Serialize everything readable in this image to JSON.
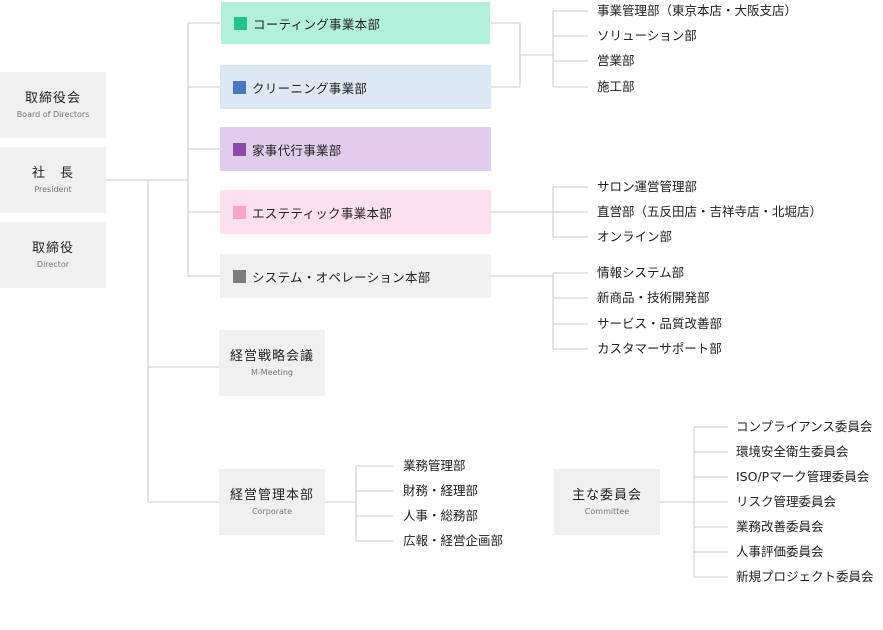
{
  "board": {
    "ja": "取締役会",
    "en": "Board of Directors"
  },
  "president": {
    "ja": "社　長",
    "en": "President"
  },
  "director": {
    "ja": "取締役",
    "en": "Director"
  },
  "divisions": [
    {
      "label": "コーティング事業本部",
      "bg": "#b3f0dc",
      "square": "#22c58a"
    },
    {
      "label": "クリーニング事業部",
      "bg": "#dce9f5",
      "square": "#4a74c4"
    },
    {
      "label": "家事代行事業部",
      "bg": "#e0cceb",
      "square": "#8a4aa8"
    },
    {
      "label": "エステティック事業本部",
      "bg": "#fde0ee",
      "square": "#f6a6c6"
    },
    {
      "label": "システム・オペレーション本部",
      "bg": "#f0f0f0",
      "square": "#7d7d7d"
    }
  ],
  "group1_items": [
    "事業管理部（東京本店・大阪支店）",
    "ソリューション部",
    "営業部",
    "施工部"
  ],
  "group2_items": [
    "サロン運営管理部",
    "直営部（五反田店・吉祥寺店・北堀店）",
    "オンライン部"
  ],
  "group3_items": [
    "情報システム部",
    "新商品・技術開発部",
    "サービス・品質改善部",
    "カスタマーサポート部"
  ],
  "meeting": {
    "ja": "経営戦略会議",
    "en": "M-Meeting"
  },
  "corporate": {
    "ja": "経営管理本部",
    "en": "Corporate"
  },
  "corporate_items": [
    "業務管理部",
    "財務・経理部",
    "人事・総務部",
    "広報・経営企画部"
  ],
  "committee": {
    "ja": "主な委員会",
    "en": "Committee"
  },
  "committee_items": [
    "コンプライアンス委員会",
    "環境安全衛生委員会",
    "ISO/Pマーク管理委員会",
    "リスク管理委員会",
    "業務改善委員会",
    "人事評価委員会",
    "新規プロジェクト委員会"
  ]
}
